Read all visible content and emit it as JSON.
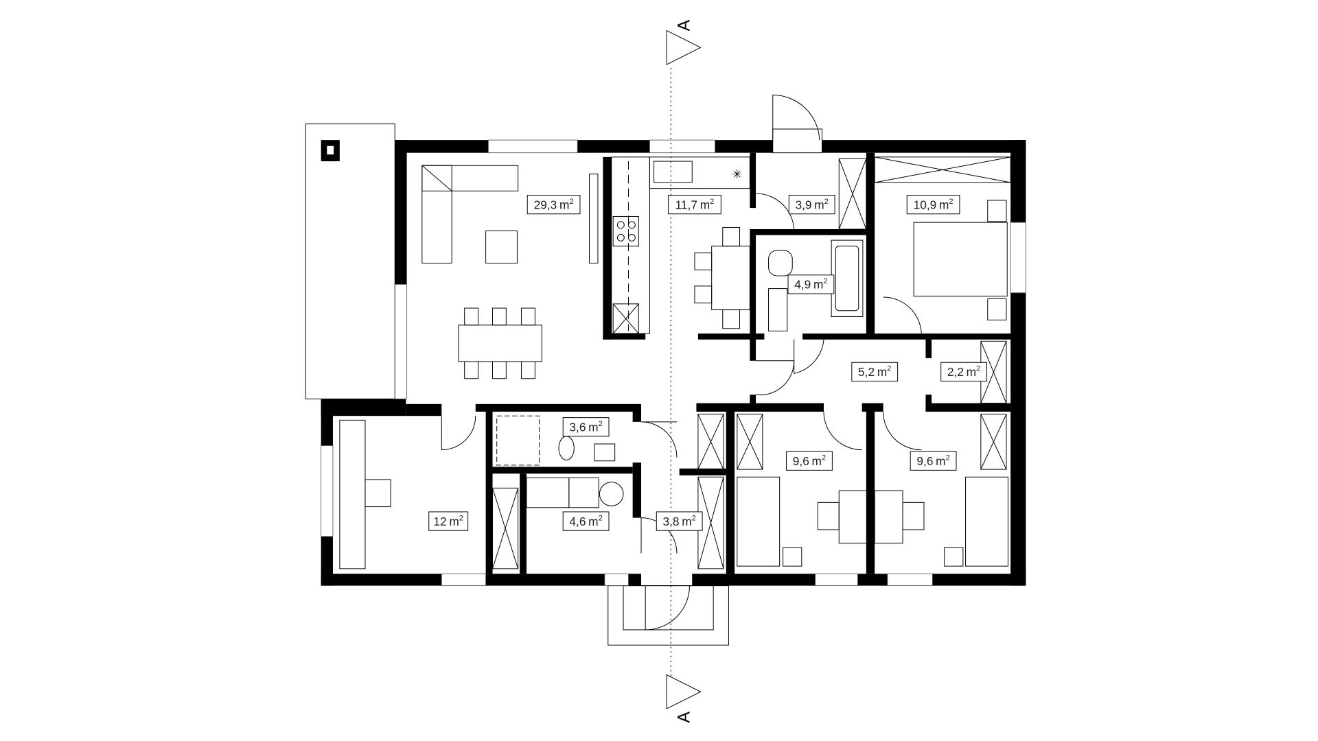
{
  "plan": {
    "section_marker": "A",
    "rooms": [
      {
        "area": "29,3",
        "unit": "m",
        "exp": "2"
      },
      {
        "area": "11,7",
        "unit": "m",
        "exp": "2"
      },
      {
        "area": "3,9",
        "unit": "m",
        "exp": "2"
      },
      {
        "area": "10,9",
        "unit": "m",
        "exp": "2"
      },
      {
        "area": "4,9",
        "unit": "m",
        "exp": "2"
      },
      {
        "area": "5,2",
        "unit": "m",
        "exp": "2"
      },
      {
        "area": "2,2",
        "unit": "m",
        "exp": "2"
      },
      {
        "area": "3,6",
        "unit": "m",
        "exp": "2"
      },
      {
        "area": "9,6",
        "unit": "m",
        "exp": "2"
      },
      {
        "area": "9,6",
        "unit": "m",
        "exp": "2"
      },
      {
        "area": "12",
        "unit": "m",
        "exp": "2"
      },
      {
        "area": "4,6",
        "unit": "m",
        "exp": "2"
      },
      {
        "area": "3,8",
        "unit": "m",
        "exp": "2"
      }
    ]
  }
}
